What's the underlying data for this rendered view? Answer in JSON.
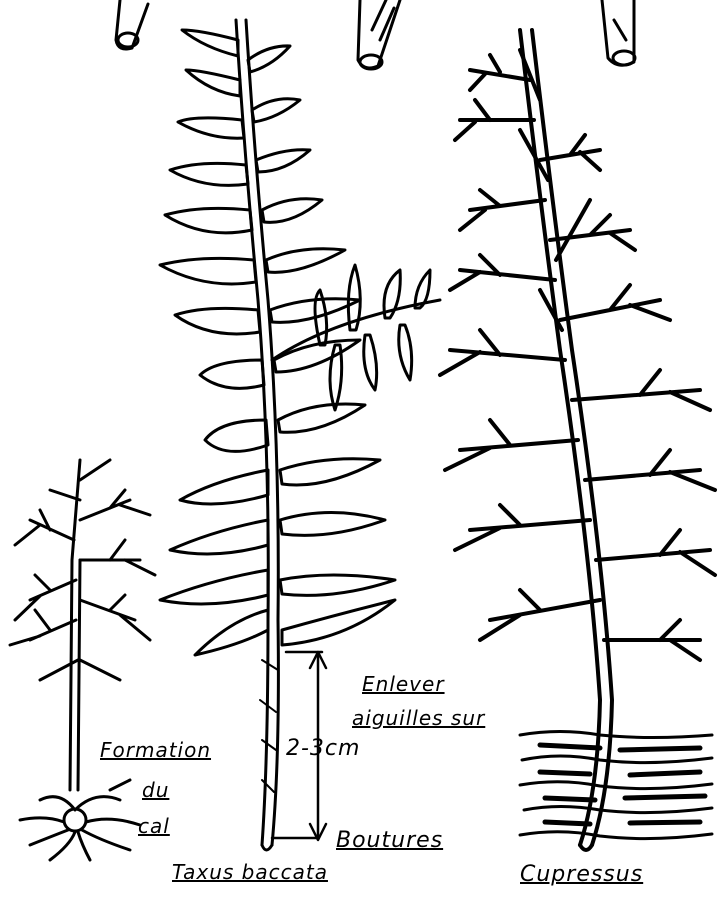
{
  "labels": {
    "enlever": "Enlever",
    "aiguilles": "aiguilles sur",
    "measure": "2-3cm",
    "formation": "Formation",
    "du": "du",
    "cal": "cal",
    "boutures": "Boutures",
    "taxus": "Taxus baccata",
    "cupressus": "Cupressus"
  },
  "plants": [
    "taxus-baccata-cutting",
    "cupressus-cutting",
    "rooted-cutting"
  ],
  "colors": {
    "ink": "#000000",
    "paper": "#ffffff"
  }
}
